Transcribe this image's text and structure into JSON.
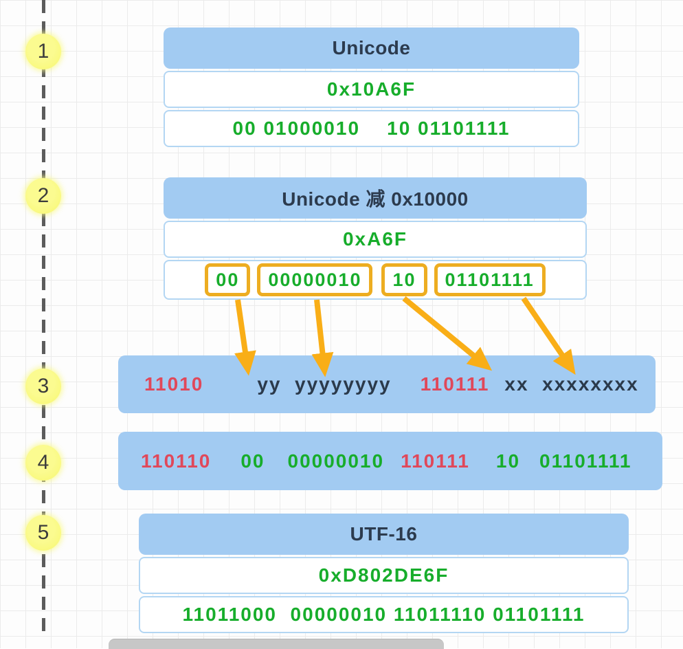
{
  "steps": [
    {
      "number": "1"
    },
    {
      "number": "2"
    },
    {
      "number": "3"
    },
    {
      "number": "4"
    },
    {
      "number": "5"
    }
  ],
  "block1": {
    "title": "Unicode",
    "hex": "0x10A6F",
    "binary": "00 01000010    10 01101111"
  },
  "block2": {
    "title": "Unicode 减 0x10000",
    "hex": "0xA6F",
    "boxes": [
      "00",
      "00000010",
      "10",
      "01101111"
    ]
  },
  "block3": {
    "groups": [
      {
        "text": "11010",
        "color": "red"
      },
      {
        "text": "yy  yyyyyyyy",
        "color": "navy"
      },
      {
        "text": "110111",
        "color": "red"
      },
      {
        "text": "xx  xxxxxxxx",
        "color": "navy"
      }
    ]
  },
  "block4": {
    "groups": [
      {
        "text": "110110",
        "color": "red"
      },
      {
        "text": "00",
        "color": "green"
      },
      {
        "text": "00000010",
        "color": "green"
      },
      {
        "text": "110111",
        "color": "red"
      },
      {
        "text": "10",
        "color": "green"
      },
      {
        "text": "01101111",
        "color": "green"
      }
    ]
  },
  "block5": {
    "title": "UTF-16",
    "hex": "0xD802DE6F",
    "binary": "11011000  00000010 11011110 01101111"
  },
  "colors": {
    "block_blue": "#a2cbf2",
    "green_text": "#17ad2b",
    "red_text": "#e0485a",
    "navy_text": "#2b3a4b",
    "orange_box": "#edad21",
    "arrow_orange": "#f9ae17",
    "badge_yellow": "#f9f97e"
  }
}
